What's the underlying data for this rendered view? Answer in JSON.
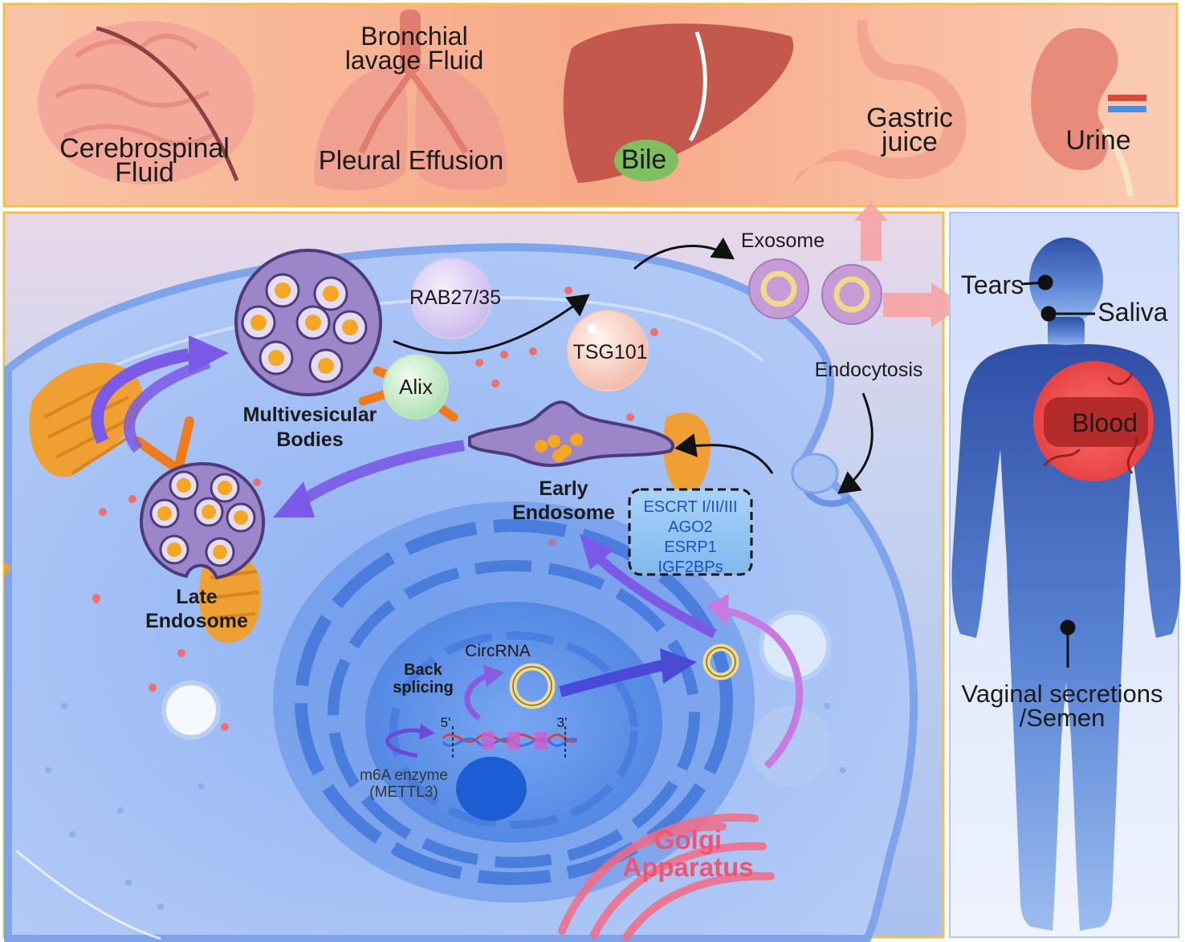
{
  "fluids": {
    "csf_line1": "Cerebrospinal",
    "csf_line2": "Fluid",
    "bronchial_line1": "Bronchial",
    "bronchial_line2": "lavage Fluid",
    "pleural": "Pleural Effusion",
    "bile": "Bile",
    "gastric_line1": "Gastric",
    "gastric_line2": "juice",
    "urine": "Urine"
  },
  "cell": {
    "exosome": "Exosome",
    "rab": "RAB27/35",
    "tsg": "TSG101",
    "alix": "Alix",
    "mvb_line1": "Multivesicular",
    "mvb_line2": "Bodies",
    "endocytosis": "Endocytosis",
    "early_line1": "Early",
    "early_line2": "Endosome",
    "late_line1": "Late",
    "late_line2": "Endosome",
    "sorting_proteins": [
      "ESCRT I/II/III",
      "AGO2",
      "ESRP1",
      "IGF2BPs"
    ],
    "circrna": "CircRNA",
    "back_line1": "Back",
    "back_line2": "splicing",
    "five_prime": "5'",
    "three_prime": "3'",
    "m6a_line1": "m6A enzyme",
    "m6a_line2": "(METTL3)",
    "golgi_line1": "Golgi",
    "golgi_line2": "Apparatus"
  },
  "body": {
    "tears": "Tears",
    "saliva": "Saliva",
    "blood": "Blood",
    "vaginal_line1": "Vaginal secretions",
    "vaginal_line2": "/Semen"
  },
  "colors": {
    "top_panel": "#f7b08c",
    "cell_panel": "#b8ccf2",
    "body_panel": "#d8e4fb",
    "human": "#3f63b5",
    "exosome_purple": "#c79bd6",
    "mitochondria": "#f0a032",
    "arrow_purple": "#7a5ae6",
    "golgi": "#f06080",
    "blood": "#e84a4a"
  }
}
